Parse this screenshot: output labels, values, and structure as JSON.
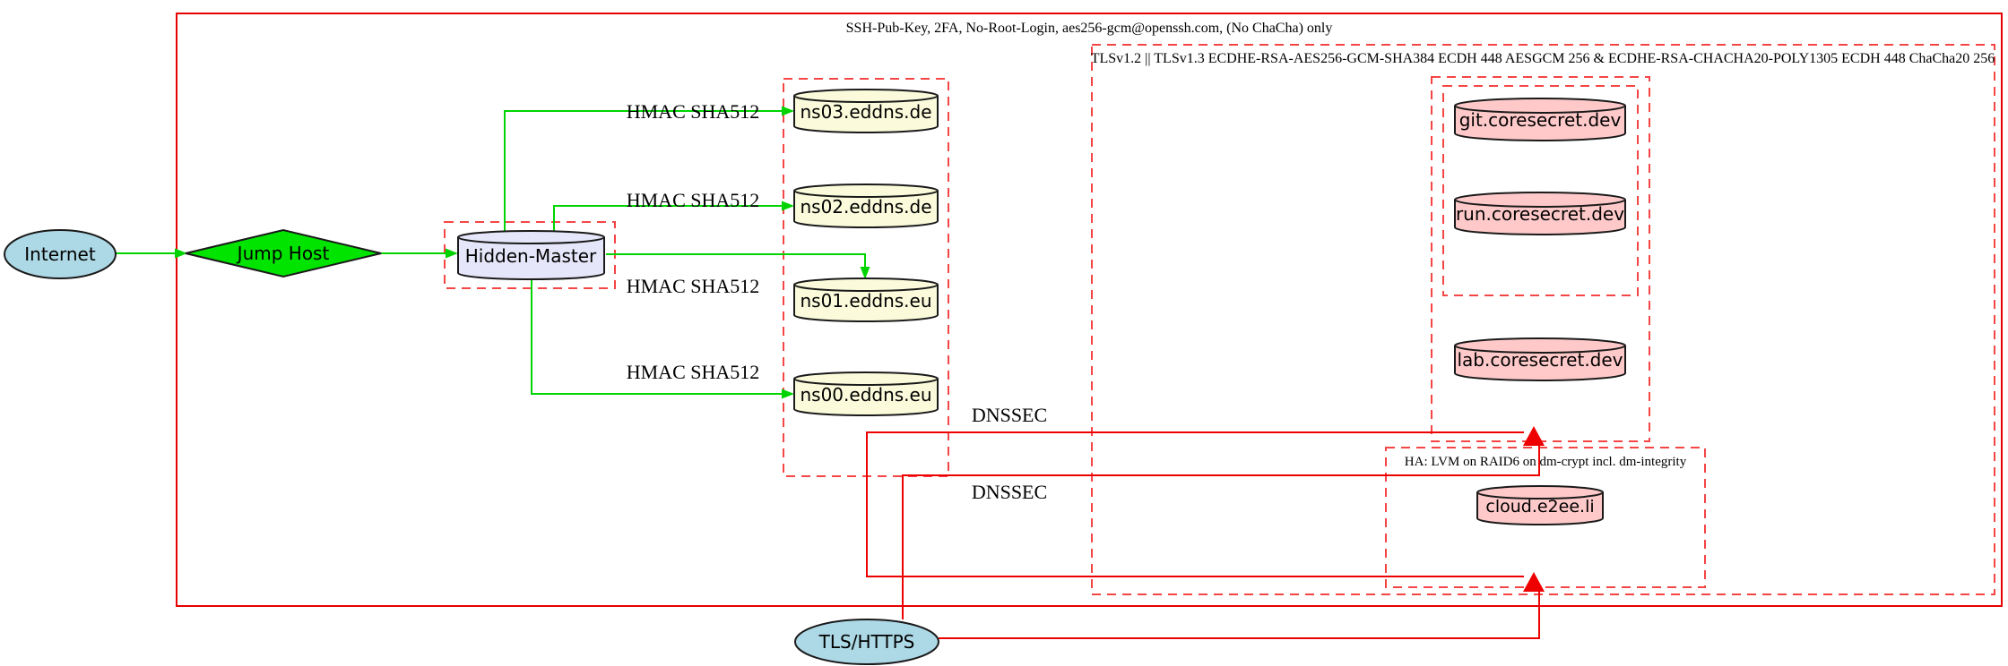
{
  "diagram": {
    "clusters": {
      "ssh": {
        "label": "SSH-Pub-Key, 2FA, No-Root-Login, aes256-gcm@openssh.com, (No ChaCha) only"
      },
      "tls": {
        "label": "TLSv1.2 || TLSv1.3 ECDHE-RSA-AES256-GCM-SHA384 ECDH 448 AESGCM 256 & ECDHE-RSA-CHACHA20-POLY1305 ECDH 448 ChaCha20 256"
      },
      "ha": {
        "label": "HA: LVM on RAID6 on dm-crypt incl. dm-integrity"
      }
    },
    "nodes": {
      "internet": {
        "label": "Internet"
      },
      "jump_host": {
        "label": "Jump Host"
      },
      "hidden_master": {
        "label": "Hidden-Master"
      },
      "ns03": {
        "label": "ns03.eddns.de"
      },
      "ns02": {
        "label": "ns02.eddns.de"
      },
      "ns01": {
        "label": "ns01.eddns.eu"
      },
      "ns00": {
        "label": "ns00.eddns.eu"
      },
      "git": {
        "label": "git.coresecret.dev"
      },
      "run": {
        "label": "run.coresecret.dev"
      },
      "lab": {
        "label": "lab.coresecret.dev"
      },
      "cloud": {
        "label": "cloud.e2ee.li"
      },
      "tls_https": {
        "label": "TLS/HTTPS"
      }
    },
    "edge_labels": {
      "hmac_ns03": "HMAC SHA512",
      "hmac_ns02": "HMAC SHA512",
      "hmac_ns01": "HMAC SHA512",
      "hmac_ns00": "HMAC SHA512",
      "dnssec_1": "DNSSEC",
      "dnssec_2": "DNSSEC"
    },
    "colors": {
      "node_blue": "#add8e6",
      "node_green": "#00e400",
      "node_lavender": "#e6e6fa",
      "node_cream": "#fbfbdc",
      "node_pink": "#ffc9c9",
      "edge_green": "#00d400",
      "edge_red": "#ee0000",
      "box_red_solid": "#e60000",
      "box_red_dashed": "#f54545"
    }
  }
}
